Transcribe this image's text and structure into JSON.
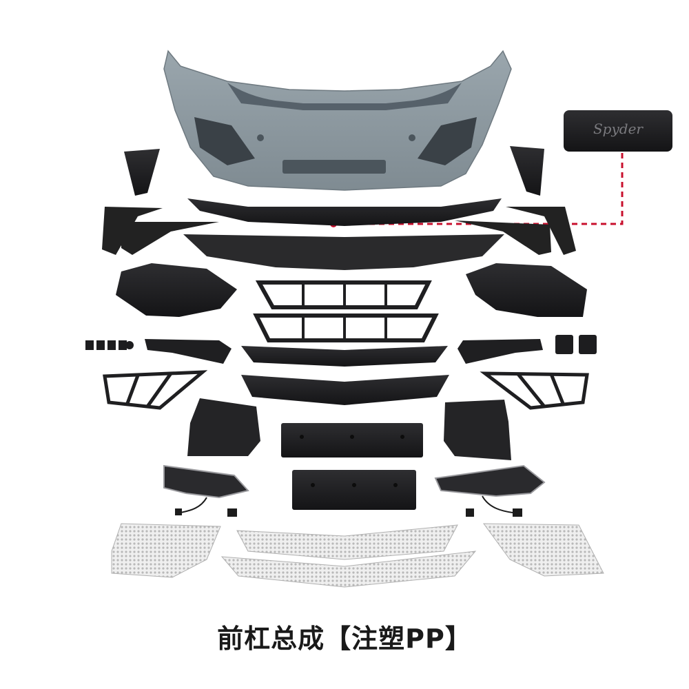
{
  "caption": "前杠总成【注塑PP】",
  "badge_script": "Spyder",
  "colors": {
    "background": "#ffffff",
    "bumper_primer": "#8e9aa1",
    "part_black": "#1c1c1e",
    "mesh_silver": "#c9c9c9",
    "callout_red": "#c8102e"
  },
  "parts": [
    "front-bumper-cover",
    "spyder-badge-grille",
    "front-splitter-lip",
    "lower-splitter-panel",
    "left-corner-cap",
    "right-corner-cap",
    "left-canard-upper",
    "left-canard-lower",
    "right-canard-upper",
    "right-canard-lower",
    "left-intake-housing",
    "right-intake-housing",
    "center-grille-upper",
    "center-grille-lower",
    "left-side-trim",
    "right-side-trim",
    "center-lip-upper",
    "center-lip-lower",
    "left-intake-frame",
    "right-intake-frame",
    "left-air-duct",
    "right-air-duct",
    "license-plate-bracket-upper",
    "license-plate-bracket-lower",
    "left-drl-lamp",
    "right-drl-lamp",
    "left-mesh",
    "center-mesh-upper",
    "center-mesh-lower",
    "right-mesh"
  ]
}
